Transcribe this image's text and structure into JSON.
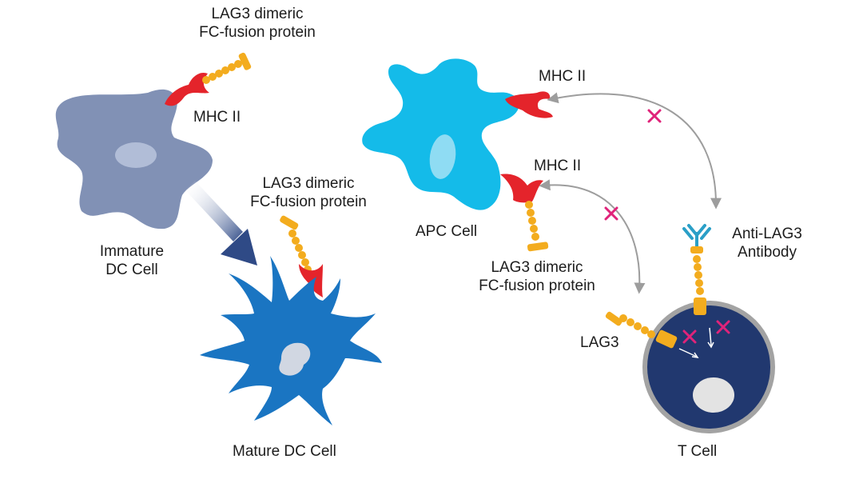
{
  "colors": {
    "immature_cell": "#8191b5",
    "immature_nucleus": "#b1bdd7",
    "mature_cell": "#1a75c2",
    "mature_nucleus": "#d1d7e2",
    "apc_cell": "#14bbe9",
    "apc_nucleus": "#8fdcf3",
    "t_cell": "#21386f",
    "t_cell_border": "#a3a3a3",
    "t_nucleus": "#e3e3e3",
    "mhc_receptor": "#e4242b",
    "lag3_protein": "#f3ac1e",
    "antibody": "#2a9fc7",
    "block_mark": "#e0237a",
    "connector_arrow": "#9d9d9d",
    "maturation_arrow": "#2f4a86"
  },
  "labels": {
    "fusion_top": [
      "LAG3 dimeric",
      "FC-fusion protein"
    ],
    "mhc_immature": "MHC II",
    "immature_dc": [
      "Immature",
      "DC Cell"
    ],
    "fusion_middle": [
      "LAG3 dimeric",
      "FC-fusion protein"
    ],
    "mature_dc": "Mature DC Cell",
    "mhc_apc_top": "MHC II",
    "mhc_apc_bottom": "MHC II",
    "apc_cell": "APC Cell",
    "fusion_right": [
      "LAG3 dimeric",
      "FC-fusion protein"
    ],
    "anti_lag3": [
      "Anti-LAG3",
      "Antibody"
    ],
    "lag3": "LAG3",
    "t_cell": "T Cell"
  }
}
